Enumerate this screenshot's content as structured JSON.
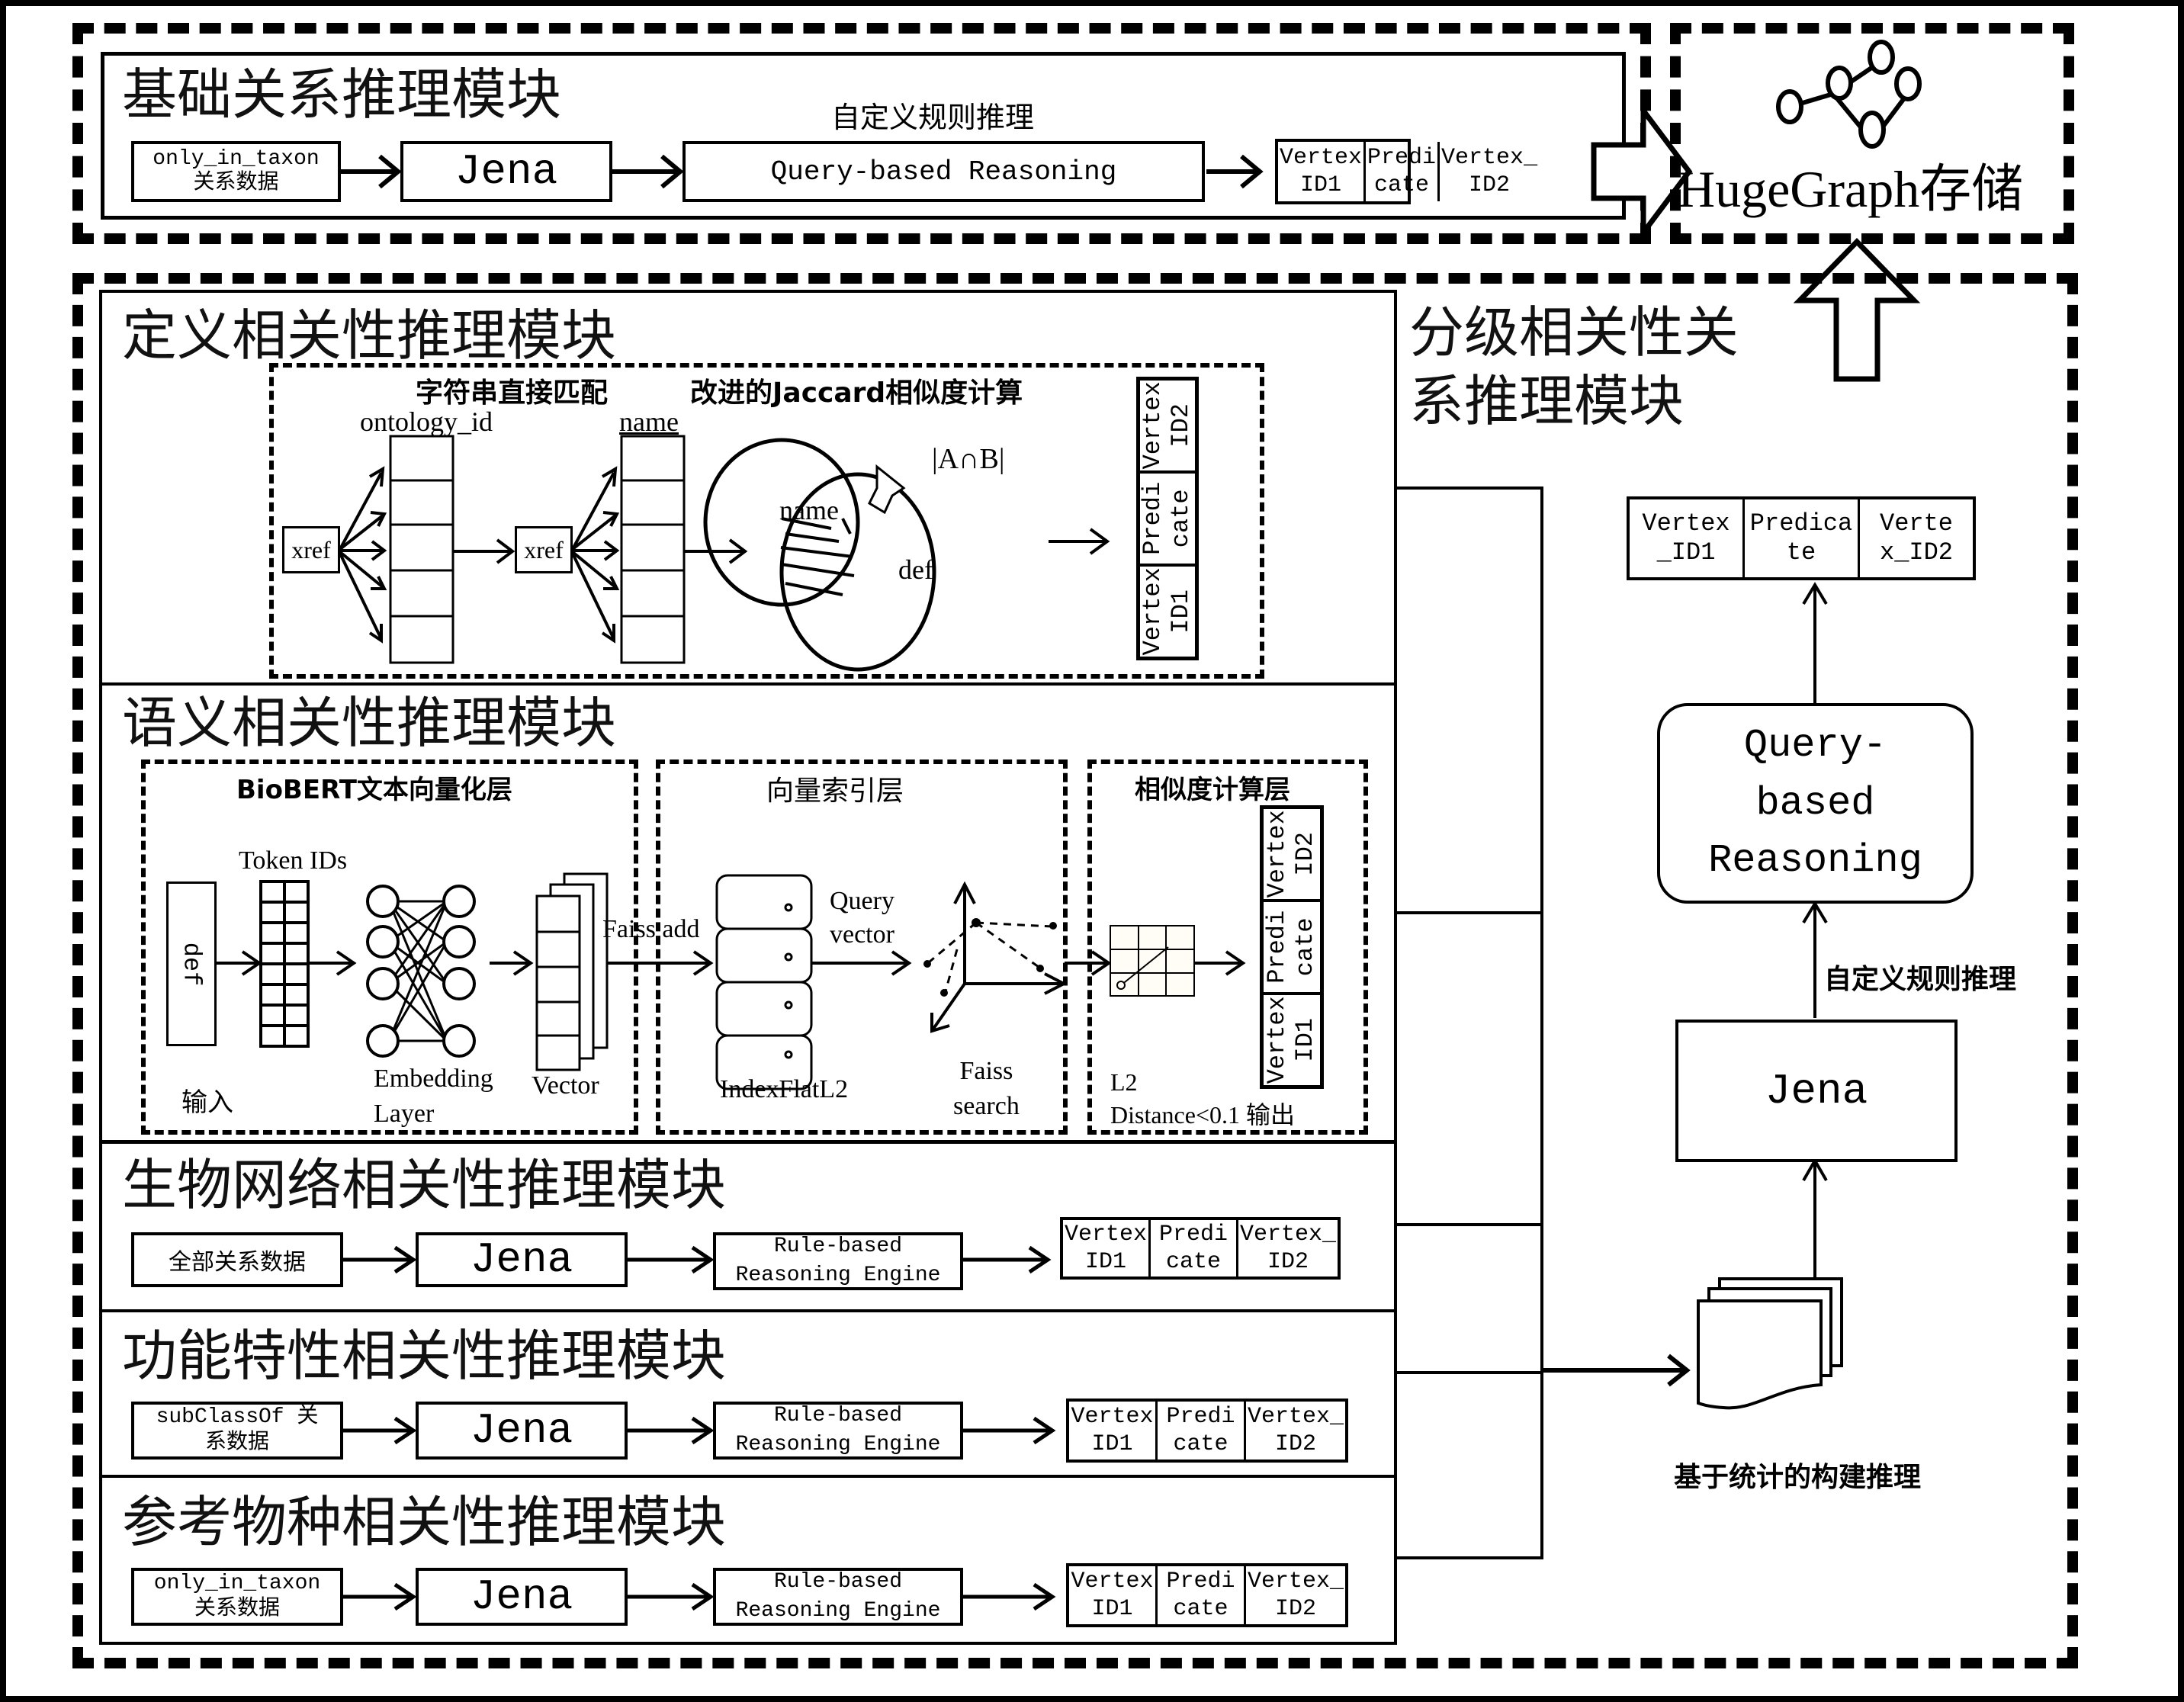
{
  "basic_module": {
    "title": "基础关系推理模块",
    "input": "only_in_taxon\n关系数据",
    "engine": "Jena",
    "rule_caption": "自定义规则推理",
    "reasoner": "Query-based Reasoning",
    "output": [
      "Vertex\nID1",
      "Predi\ncate",
      "Vertex_\nID2"
    ]
  },
  "storage": {
    "title": "HugeGraph存储",
    "icon": "graph-network-icon"
  },
  "hierarchical_module": {
    "title_line1": "分级相关性关",
    "title_line2": "系推理模块",
    "output": [
      "Vertex\n_ID1",
      "Predica\nte",
      "Verte\nx_ID2"
    ],
    "reasoner": "Query-\nbased\nReasoning",
    "rule_caption": "自定义规则推理",
    "engine": "Jena",
    "stats_label": "基于统计的构建推理"
  },
  "definition_module": {
    "title": "定义相关性推理模块",
    "string_match_label": "字符串直接匹配",
    "jaccard_label": "改进的Jaccard相似度计算",
    "ontology_label": "ontology_id",
    "name_label": "name",
    "xref1": "xref",
    "xref2": "xref",
    "venn_a": "name",
    "venn_b": "def",
    "intersection": "|A∩B|",
    "output": [
      "Vertex\nID1",
      "Predi\ncate",
      "Vertex\nID2"
    ]
  },
  "semantic_module": {
    "title": "语义相关性推理模块",
    "layer1": {
      "title": "BioBERT文本向量化层",
      "token_label": "Token IDs",
      "input_box": "def",
      "input_label": "输入",
      "embedding_label": "Embedding\nLayer",
      "vector_label": "Vector"
    },
    "faiss_add": "Faiss add",
    "layer2": {
      "title": "向量索引层",
      "index_label": "IndexFlatL2",
      "query_label": "Query\nvector",
      "search_label": "Faiss\nsearch"
    },
    "layer3": {
      "title": "相似度计算层",
      "l2_label": "L2\nDistance<0.1 输出",
      "output": [
        "Vertex\nID1",
        "Predi\ncate",
        "Vertex\nID2"
      ]
    }
  },
  "bio_network_module": {
    "title": "生物网络相关性推理模块",
    "input": "全部关系数据",
    "engine": "Jena",
    "reasoner": "Rule-based\nReasoning Engine",
    "output": [
      "Vertex\nID1",
      "Predi\ncate",
      "Vertex_\nID2"
    ]
  },
  "function_module": {
    "title": "功能特性相关性推理模块",
    "input": "subClassOf 关\n系数据",
    "engine": "Jena",
    "reasoner": "Rule-based\nReasoning Engine",
    "output": [
      "Vertex\nID1",
      "Predi\ncate",
      "Vertex_\nID2"
    ]
  },
  "reference_species_module": {
    "title": "参考物种相关性推理模块",
    "input": "only_in_taxon\n关系数据",
    "engine": "Jena",
    "reasoner": "Rule-based\nReasoning Engine",
    "output": [
      "Vertex\nID1",
      "Predi\ncate",
      "Vertex_\nID2"
    ]
  }
}
